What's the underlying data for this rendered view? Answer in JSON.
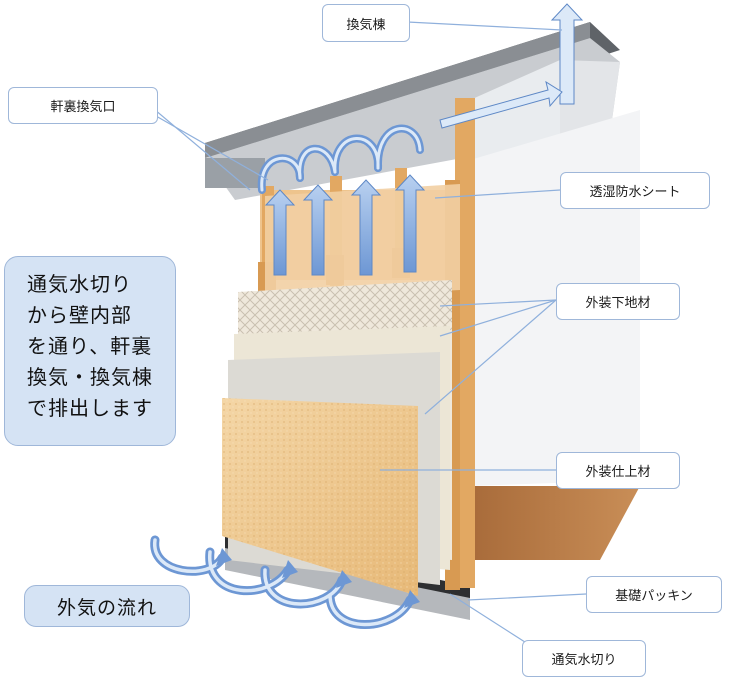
{
  "labels": {
    "ridge_vent": "換気棟",
    "eave_vent": "軒裏換気口",
    "breathable_sheet": "透湿防水シート",
    "exterior_substrate": "外装下地材",
    "exterior_finish": "外装仕上材",
    "foundation_packing": "基礎パッキン",
    "vent_flashing": "通気水切り"
  },
  "callout_text": "通気水切り\nから壁内部\nを通り、軒裏\n換気・換気棟\nで排出します",
  "flow_label": "外気の流れ",
  "colors": {
    "arrow_blue": "#6d97d4",
    "callout_fill": "#d5e3f4",
    "label_border": "#9fb7d9",
    "wood": "#e8b26b",
    "finish_wall": "#f0c98f",
    "roof": "#6f7378"
  },
  "icons": [
    "airflow-arrow-icon",
    "curved-airflow-arrow-icon"
  ]
}
